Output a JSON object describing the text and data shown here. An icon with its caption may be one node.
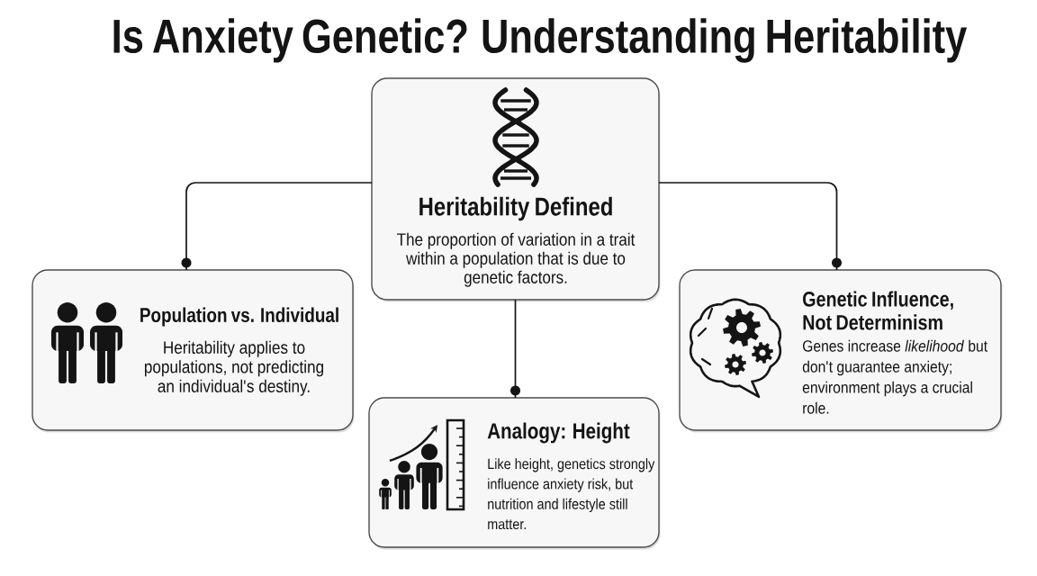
{
  "diagram": {
    "title": "Is Anxiety Genetic? Understanding Heritability",
    "nodes": [
      {
        "text": [
          "Heritability Defined",
          "The proportion of variation in a trait within a population that is due to genetic factors."
        ]
      },
      {
        "text": [
          "Population vs. Individual",
          "Heritability applies to populations, not predicting an individual's destiny."
        ]
      },
      {
        "text": [
          "Genetic Influence, Not Determinism",
          "Genes increase *likelihood* but don't guarantee anxiety; environment plays a crucial role."
        ]
      },
      {
        "text": [
          "Analogy: Height",
          "Like height, genetics strongly influence anxiety risk, but nutrition and lifestyle still matter."
        ]
      }
    ],
    "edges": [
      {
        "from": 0,
        "to": 1,
        "arrow": "other"
      },
      {
        "from": 0,
        "to": 2,
        "arrow": "other"
      },
      {
        "from": 0,
        "to": 3,
        "arrow": "other"
      }
    ]
  }
}
